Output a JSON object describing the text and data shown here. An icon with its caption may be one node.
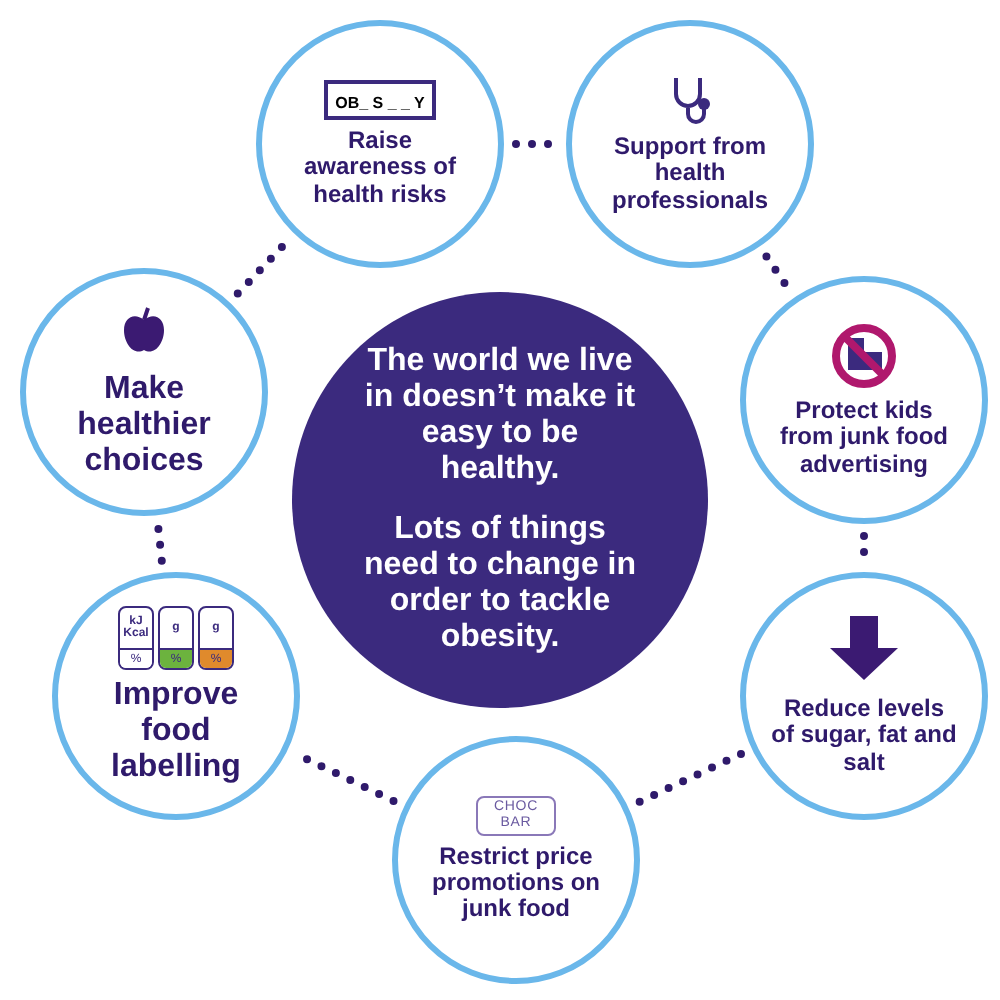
{
  "diagram": {
    "nodes": [
      {
        "text": [
          "The world we live in doesn’t make it easy to be healthy.",
          "Lots of things need to change in order to tackle obesity."
        ]
      },
      {
        "text": [
          "Raise awareness of health risks"
        ]
      },
      {
        "text": [
          "Support from health professionals"
        ]
      },
      {
        "text": [
          "Protect kids from junk food advertising"
        ]
      },
      {
        "text": [
          "Reduce levels of sugar, fat and salt"
        ]
      },
      {
        "text": [
          "Restrict price promotions on junk food"
        ]
      },
      {
        "text": [
          "Improve food labelling"
        ]
      },
      {
        "text": [
          "Make healthier choices"
        ]
      }
    ],
    "edges": [
      {
        "from": 1,
        "to": 2,
        "arrow": "none",
        "style": "dashed"
      },
      {
        "from": 2,
        "to": 3,
        "arrow": "none",
        "style": "dashed"
      },
      {
        "from": 3,
        "to": 4,
        "arrow": "none",
        "style": "dashed"
      },
      {
        "from": 4,
        "to": 5,
        "arrow": "none",
        "style": "dashed"
      },
      {
        "from": 5,
        "to": 6,
        "arrow": "none",
        "style": "dashed"
      },
      {
        "from": 6,
        "to": 7,
        "arrow": "none",
        "style": "dashed"
      },
      {
        "from": 7,
        "to": 1,
        "arrow": "none",
        "style": "dashed"
      }
    ],
    "labels": [
      "OB_ S _ _ Y",
      "kJ Kcal",
      "g",
      "g",
      "%",
      "%",
      "%",
      "CHOC BAR"
    ]
  }
}
